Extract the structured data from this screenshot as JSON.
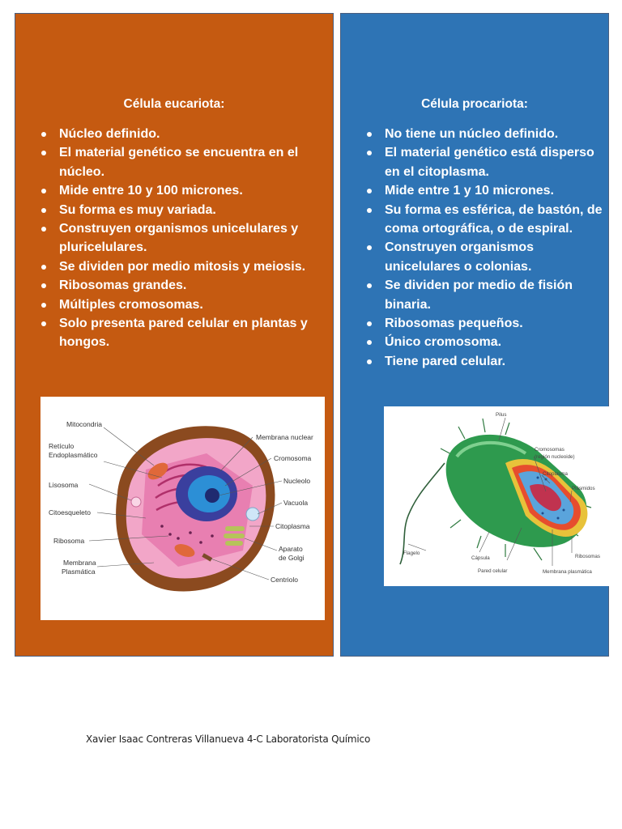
{
  "left_panel": {
    "title": "Célula eucariota:",
    "bullets": [
      "Núcleo definido.",
      "El material genético se encuentra en el núcleo.",
      "Mide entre 10 y 100 micrones.",
      "Su forma es muy variada.",
      "Construyen organismos unicelulares y pluricelulares.",
      "Se dividen por medio mitosis y meiosis.",
      "Ribosomas grandes.",
      "Múltiples cromosomas.",
      "Solo presenta pared celular en plantas y hongos."
    ],
    "figure_labels": {
      "mitocondria": "Mitocondria",
      "reticulo_1": "Retículo",
      "reticulo_2": "Endoplasmático",
      "lisosoma": "Lisosoma",
      "citoesqueleto": "Citoesqueleto",
      "ribosoma": "Ribosoma",
      "membrana_plasmatica_1": "Membrana",
      "membrana_plasmatica_2": "Plasmática",
      "membrana_nuclear": "Membrana nuclear",
      "cromosoma": "Cromosoma",
      "nucleolo": "Nucleolo",
      "vacuola": "Vacuola",
      "citoplasma": "Citoplasma",
      "aparato_golgi_1": "Aparato",
      "aparato_golgi_2": "de Golgi",
      "centriolo": "Centriolo"
    }
  },
  "right_panel": {
    "title": "Célula procariota:",
    "bullets": [
      "No tiene un núcleo definido.",
      "El material genético está disperso en el citoplasma.",
      "Mide entre 1 y 10 micrones.",
      "Su forma es esférica, de bastón, de coma ortográfica, o de espiral.",
      "Construyen organismos unicelulares o colonias.",
      "Se dividen por medio de fisión binaria.",
      "Ribosomas pequeños.",
      "Único cromosoma.",
      "Tiene pared celular."
    ],
    "figure_labels": {
      "pilus": "Pilus",
      "cromosomas": "Cromosomas",
      "region_nucleoide": "(región nucleoide)",
      "citoplasma": "Citoplasma",
      "plasmidos": "Plásmidos",
      "flagelo": "Flagelo",
      "capsula": "Cápsula",
      "pared_celular": "Pared celular",
      "ribosomas": "Ribosomas",
      "membrana_plasmatica": "Membrana plasmática"
    }
  },
  "footer": {
    "text": "Xavier Isaac Contreras Villanueva 4-C Laboratorista Químico"
  },
  "colors": {
    "left_panel_bg": "#c55a11",
    "right_panel_bg": "#2e74b5",
    "text": "#ffffff"
  }
}
